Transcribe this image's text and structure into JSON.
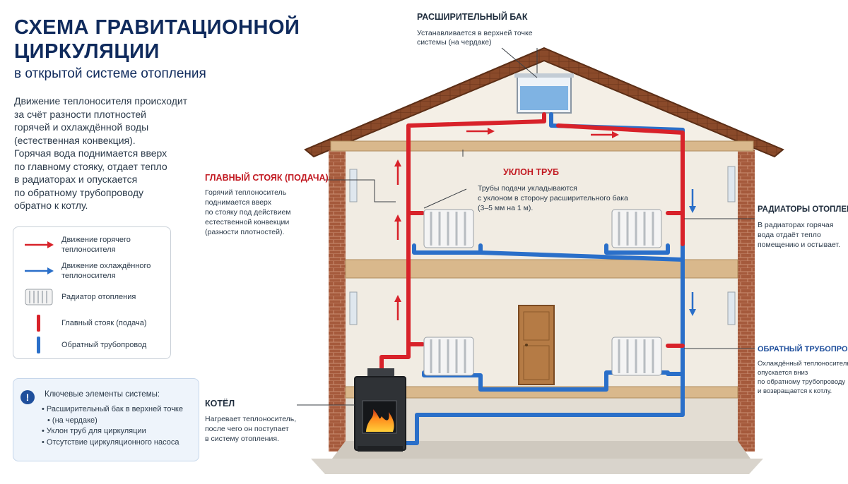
{
  "header": {
    "title_line1": "СХЕМА ГРАВИТАЦИОННОЙ",
    "title_line2": "ЦИРКУЛЯЦИИ",
    "subtitle": "в открытой системе отопления"
  },
  "description": [
    "Движение теплоносителя происходит",
    "за счёт разности плотностей",
    "горячей и охлаждённой воды",
    "(естественная конвекция).",
    "Горячая вода поднимается вверх",
    "по главному стояку, отдает тепло",
    "в радиаторах и опускается",
    "по обратному трубопроводу",
    "обратно к котлу."
  ],
  "legend": [
    {
      "icon": "red-arrow-icon",
      "text": "Движение горячего теплоносителя"
    },
    {
      "icon": "blue-arrow-icon",
      "text": "Движение охлаждённого теплоносителя"
    },
    {
      "icon": "radiator-icon",
      "text": "Радиатор отопления"
    },
    {
      "icon": "red-pipe-icon",
      "text": "Главный стояк (подача)"
    },
    {
      "icon": "blue-pipe-icon",
      "text": "Обратный трубопровод"
    }
  ],
  "key_elements": {
    "icon": "exclamation-icon",
    "title": "Ключевые элементы системы:",
    "items": [
      "Расширительный бак в верхней точке",
      "(на чердаке)",
      "Уклон труб для циркуляции",
      "Отсутствие циркуляционного насоса"
    ]
  },
  "callouts": {
    "tank": {
      "title": "РАСШИРИТЕЛЬНЫЙ БАК",
      "text": [
        "Устанавливается в верхней точке",
        "системы (на чердаке)"
      ]
    },
    "riser": {
      "title": "ГЛАВНЫЙ СТОЯК (ПОДАЧА)",
      "text": [
        "Горячий теплоноситель",
        "поднимается вверх",
        "по стояку под действием",
        "естественной конвекции",
        "(разности плотностей)."
      ]
    },
    "slope": {
      "title": "УКЛОН ТРУБ",
      "text": [
        "Трубы подачи укладываются",
        "с уклоном в сторону расширительного бака",
        "(3–5 мм на 1 м)."
      ]
    },
    "radiators": {
      "title": "РАДИАТОРЫ ОТОПЛЕНИЯ",
      "text": [
        "В радиаторах горячая",
        "вода отдаёт тепло",
        "помещению и остывает."
      ]
    },
    "return": {
      "title": "ОБРАТНЫЙ ТРУБОПРОВОД",
      "text": [
        "Охлаждённый теплоноситель",
        "опускается вниз",
        "по обратному трубопроводу",
        "и возвращается к котлу."
      ]
    },
    "boiler": {
      "title": "КОТЁЛ",
      "text": [
        "Нагревает теплоноситель,",
        "после чего он поступает",
        "в систему отопления."
      ]
    }
  },
  "colors": {
    "hot": "#d8222a",
    "cold": "#2a6fc9",
    "title": "#0f2a5c",
    "roof": "#8a4a2a",
    "wall": "#f1ece3",
    "brick": "#a55a3c",
    "wood": "#d9b88c"
  }
}
